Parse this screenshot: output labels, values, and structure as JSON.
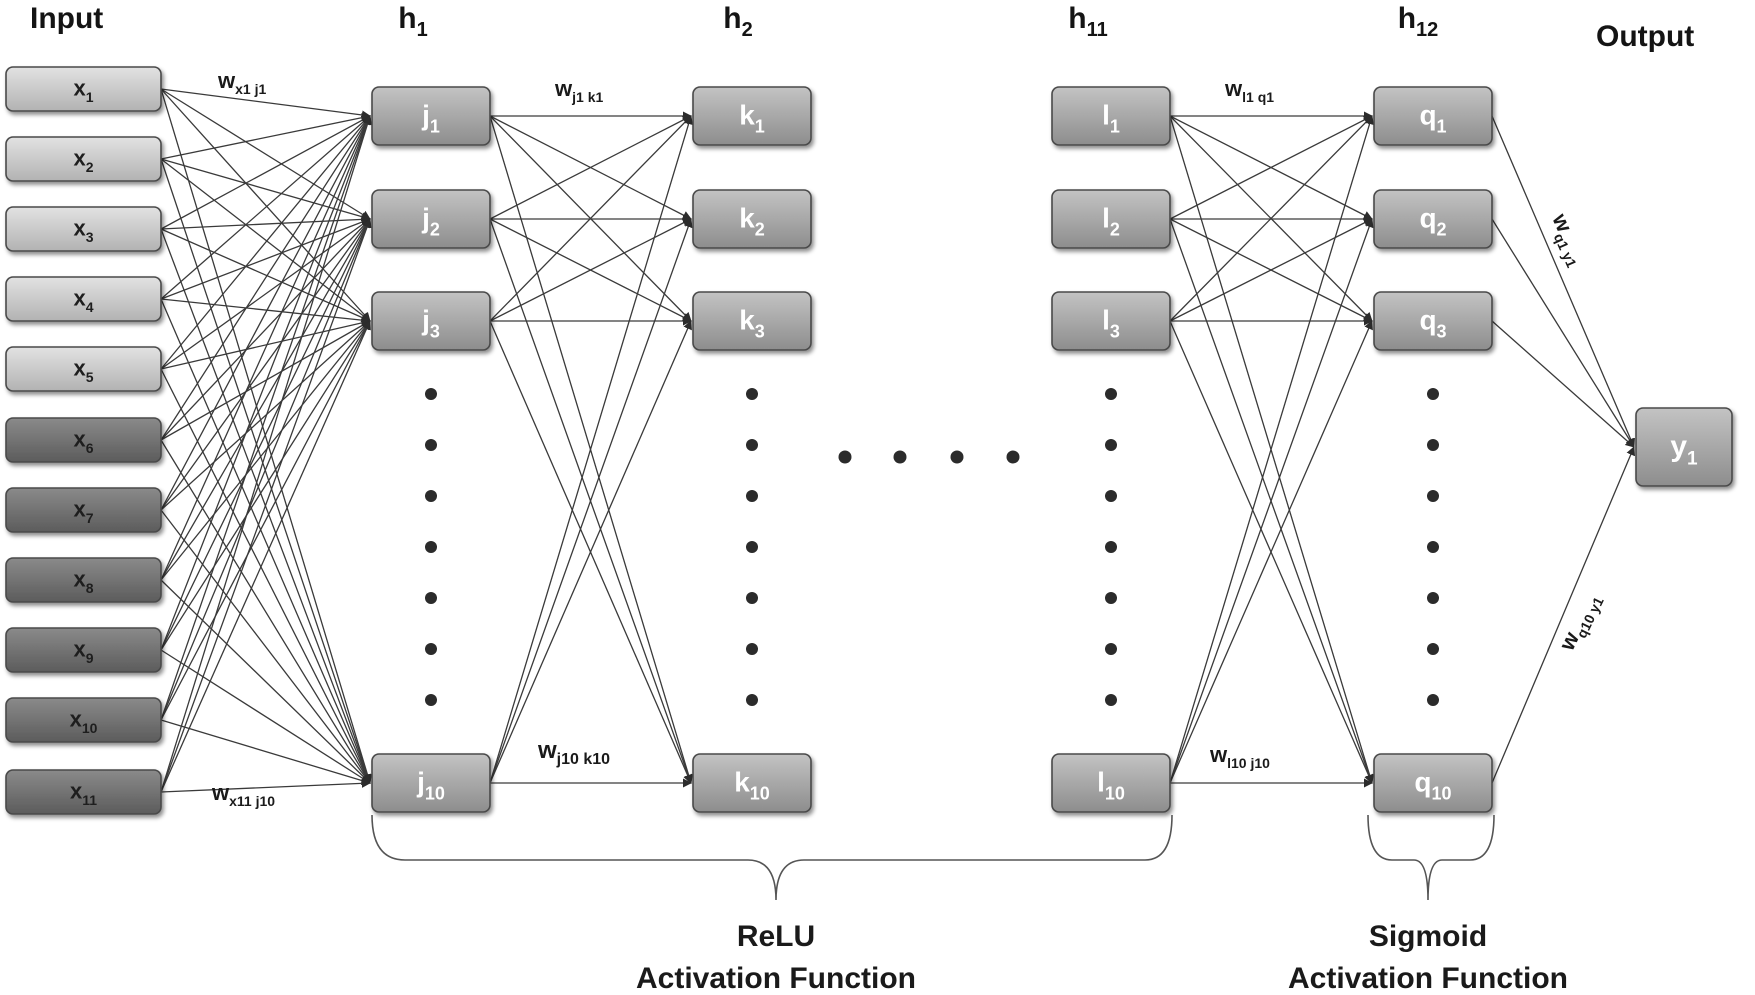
{
  "headers": {
    "input": "Input",
    "h1": {
      "base": "h",
      "sub": "1"
    },
    "h2": {
      "base": "h",
      "sub": "2"
    },
    "h11": {
      "base": "h",
      "sub": "11"
    },
    "h12": {
      "base": "h",
      "sub": "12"
    },
    "output": "Output"
  },
  "input_nodes": [
    {
      "base": "x",
      "sub": "1"
    },
    {
      "base": "x",
      "sub": "2"
    },
    {
      "base": "x",
      "sub": "3"
    },
    {
      "base": "x",
      "sub": "4"
    },
    {
      "base": "x",
      "sub": "5"
    },
    {
      "base": "x",
      "sub": "6"
    },
    {
      "base": "x",
      "sub": "7"
    },
    {
      "base": "x",
      "sub": "8"
    },
    {
      "base": "x",
      "sub": "9"
    },
    {
      "base": "x",
      "sub": "10"
    },
    {
      "base": "x",
      "sub": "11"
    }
  ],
  "layer_h1": [
    {
      "base": "j",
      "sub": "1"
    },
    {
      "base": "j",
      "sub": "2"
    },
    {
      "base": "j",
      "sub": "3"
    },
    {
      "base": "j",
      "sub": "10"
    }
  ],
  "layer_h2": [
    {
      "base": "k",
      "sub": "1"
    },
    {
      "base": "k",
      "sub": "2"
    },
    {
      "base": "k",
      "sub": "3"
    },
    {
      "base": "k",
      "sub": "10"
    }
  ],
  "layer_h11": [
    {
      "base": "l",
      "sub": "1"
    },
    {
      "base": "l",
      "sub": "2"
    },
    {
      "base": "l",
      "sub": "3"
    },
    {
      "base": "l",
      "sub": "10"
    }
  ],
  "layer_h12": [
    {
      "base": "q",
      "sub": "1"
    },
    {
      "base": "q",
      "sub": "2"
    },
    {
      "base": "q",
      "sub": "3"
    },
    {
      "base": "q",
      "sub": "10"
    }
  ],
  "output_node": {
    "base": "y",
    "sub": "1"
  },
  "weights": {
    "x1_j1": {
      "base": "w",
      "sub": "x1 j1"
    },
    "x11_j10": {
      "base": "w",
      "sub": "x11 j10"
    },
    "j1_k1": {
      "base": "w",
      "sub": "j1 k1"
    },
    "j10_k10": {
      "base": "w",
      "sub": "j10 k10"
    },
    "l1_q1": {
      "base": "w",
      "sub": "l1 q1"
    },
    "l10_j10": {
      "base": "w",
      "sub": "l10 j10"
    },
    "q1_y1": {
      "base": "w",
      "sub": "q1 y1"
    },
    "q10_y1": {
      "base": "w",
      "sub": "q10 y1"
    }
  },
  "activations": {
    "relu": {
      "line1": "ReLU",
      "line2": "Activation Function"
    },
    "sigmoid": {
      "line1": "Sigmoid",
      "line2": "Activation Function"
    }
  },
  "colors": {
    "node_light": "#c4c4c4",
    "node_dark": "#6f6f6f",
    "hidden_node": "#a9a9a9",
    "connection": "#3c3c3c"
  }
}
